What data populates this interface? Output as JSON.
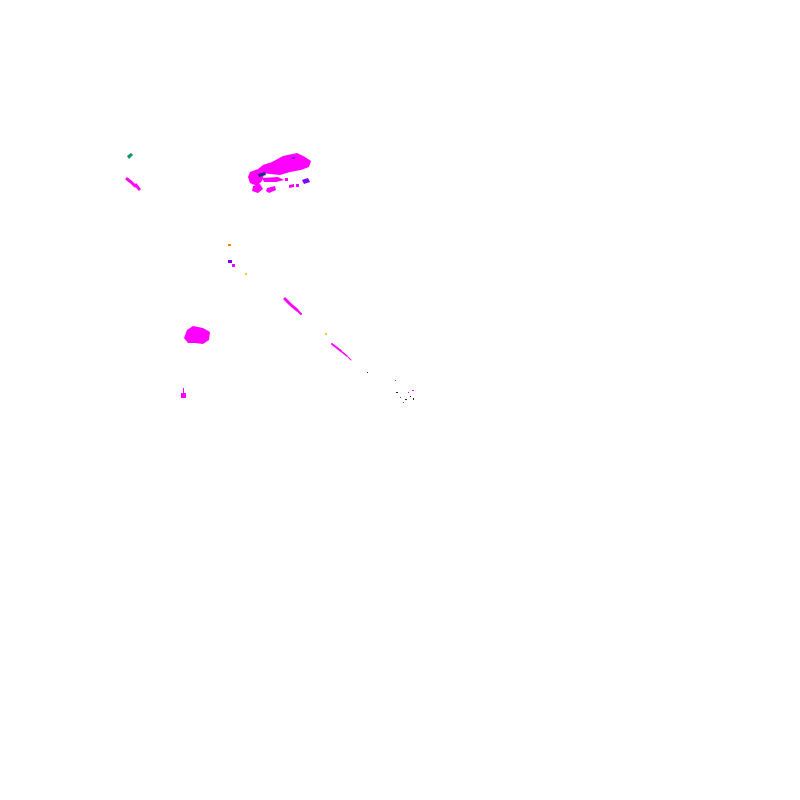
{
  "map": {
    "background": "#ffffff",
    "palette": {
      "primary": "#ff00ff",
      "secondary": "#8000ff",
      "teal": "#009966",
      "orange": "#ff8000",
      "yellow": "#ffcc00",
      "navy": "#2a2a80",
      "dark": "#202020"
    },
    "features": [
      {
        "name": "patch-large-northeast",
        "color_key": "primary"
      },
      {
        "name": "patch-west",
        "color_key": "primary"
      },
      {
        "name": "marker-small-square",
        "color_key": "primary"
      },
      {
        "name": "dashes-northwest",
        "color_key": "primary"
      },
      {
        "name": "mark-teal",
        "color_key": "teal"
      },
      {
        "name": "diagonal-trace",
        "color_key": "primary"
      },
      {
        "name": "speck-orange",
        "color_key": "orange"
      },
      {
        "name": "speck-violet",
        "color_key": "secondary"
      },
      {
        "name": "speck-yellow",
        "color_key": "yellow"
      },
      {
        "name": "dot-cluster-southeast",
        "color_key": "dark"
      }
    ]
  }
}
